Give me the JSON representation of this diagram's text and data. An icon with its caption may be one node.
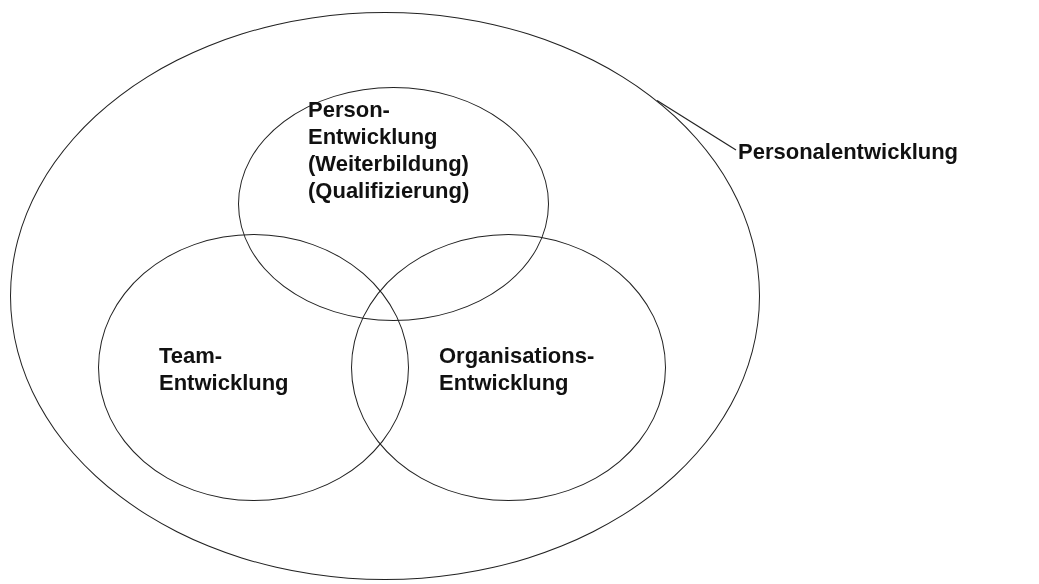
{
  "diagram": {
    "nodes": [
      {
        "text": [],
        "shape": "ellipse"
      },
      {
        "text": [
          "Person- Entwicklung (Weiterbildung) (Qualifizierung)"
        ],
        "in": 0
      },
      {
        "text": [
          "Team- Entwicklung"
        ],
        "in": 0
      },
      {
        "text": [
          "Organisations- Entwicklung"
        ],
        "in": 0
      },
      {
        "text": [
          "Personalentwicklung"
        ]
      }
    ],
    "edges": [
      {
        "from": 4,
        "to": 0,
        "arrow": "none"
      }
    ]
  }
}
